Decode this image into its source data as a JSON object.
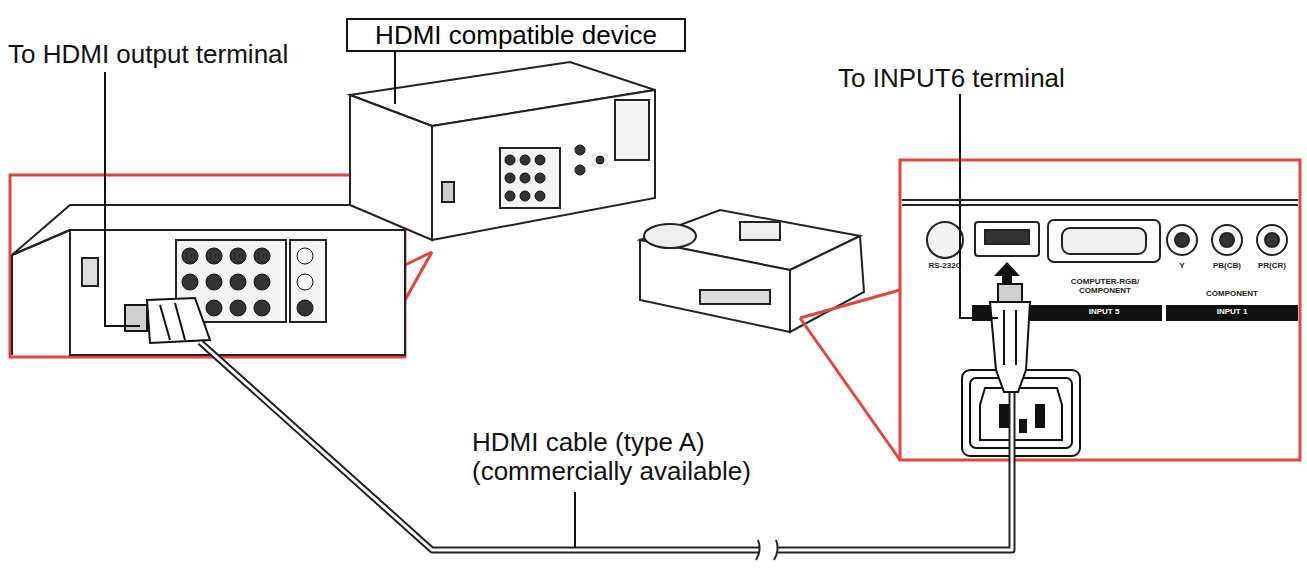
{
  "diagram": {
    "nodes": [
      {
        "text": [
          "HDMI compatible device"
        ]
      }
    ],
    "labels": [
      "To HDMI output terminal",
      "To INPUT6 terminal",
      "HDMI cable (type A) (commercially available)",
      "RS-232C",
      "COMPUTER-RGB/ COMPONENT",
      "Y",
      "PB(CB)",
      "PR(CR)",
      "COMPONENT",
      "INPUT 5",
      "INPUT 1"
    ]
  }
}
